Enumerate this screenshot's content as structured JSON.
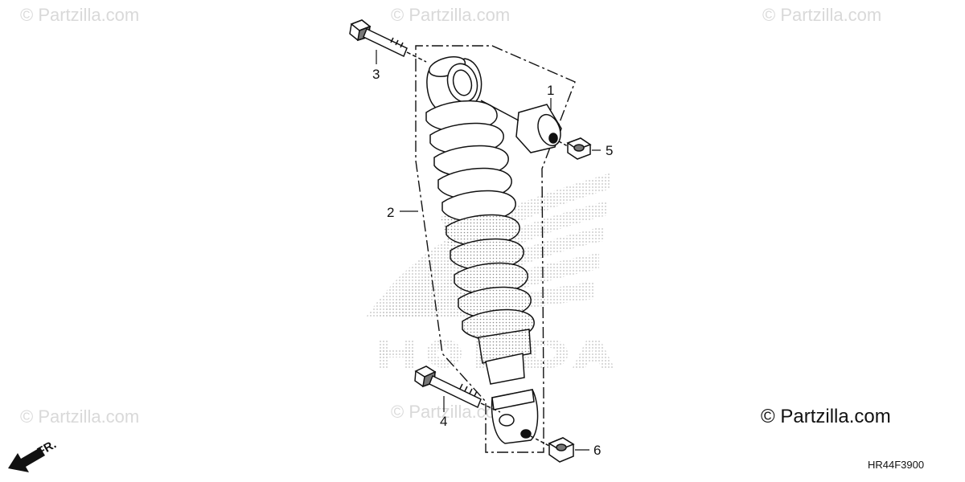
{
  "watermarks": [
    "© Partzilla.com",
    "© Partzilla.com",
    "© Partzilla.com",
    "© Partzilla.com",
    "© Partzilla.com"
  ],
  "copyright": "© Partzilla.com",
  "diagram_code": "HR44F3900",
  "background_brand": "HONDA",
  "front_indicator": "FR.",
  "callouts": [
    "1",
    "2",
    "3",
    "4",
    "5",
    "6"
  ],
  "colors": {
    "line": "#111111",
    "watermark": "#d9d9d9",
    "logo_dots": "#bdbdbd"
  }
}
